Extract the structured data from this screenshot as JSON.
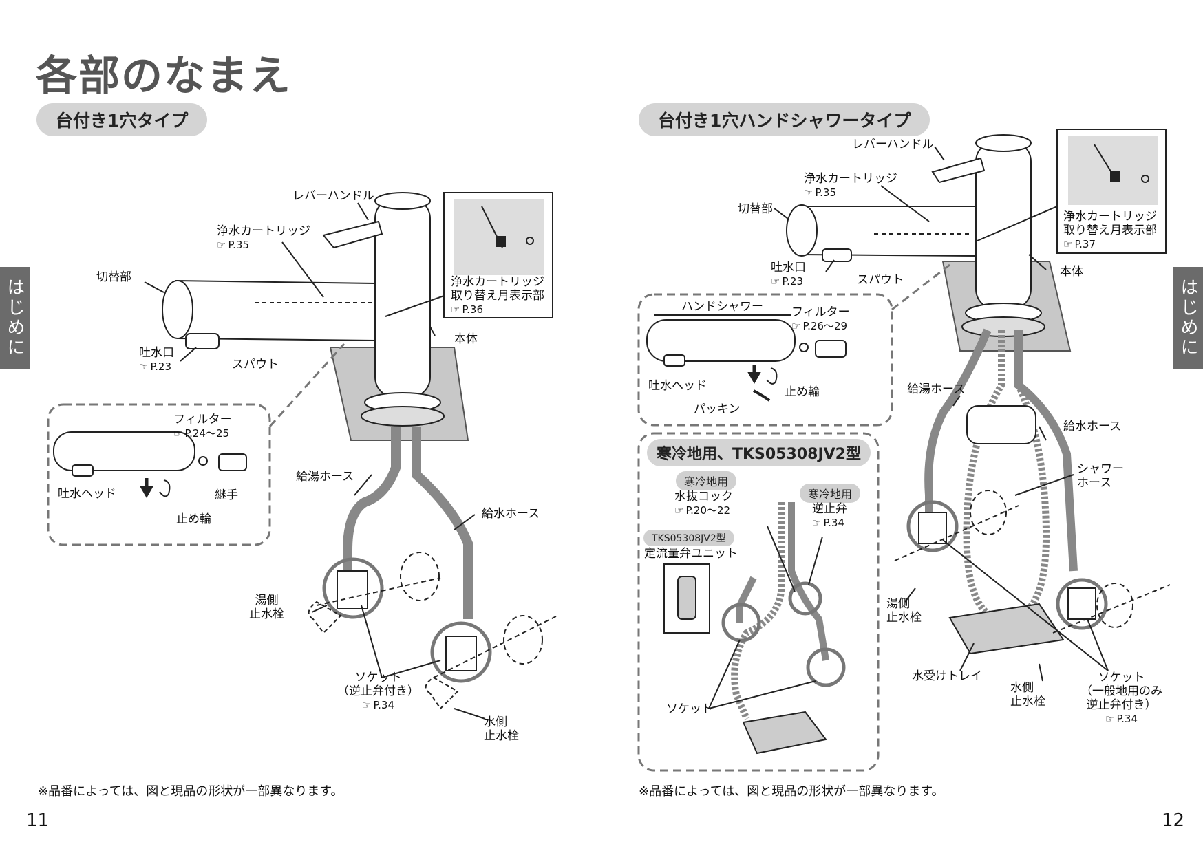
{
  "title": "各部のなまえ",
  "side_tab": "はじめに",
  "left": {
    "section": "台付き1穴タイプ",
    "labels": {
      "lever": "レバーハンドル",
      "cartridge": "浄水カートリッジ",
      "cartridge_ref": "P.35",
      "switch": "切替部",
      "month_display_1": "浄水カートリッジ",
      "month_display_2": "取り替え月表示部",
      "month_display_ref": "P.36",
      "body": "本体",
      "outlet": "吐水口",
      "outlet_ref": "P.23",
      "spout": "スパウト",
      "filter": "フィルター",
      "filter_ref": "P.24～25",
      "head": "吐水ヘッド",
      "joint": "継手",
      "ring": "止め輪",
      "hot_hose": "給湯ホース",
      "cold_hose": "給水ホース",
      "hot_valve_1": "湯側",
      "hot_valve_2": "止水栓",
      "socket_1": "ソケット",
      "socket_2": "（逆止弁付き）",
      "socket_ref": "P.34",
      "cold_valve_1": "水側",
      "cold_valve_2": "止水栓"
    },
    "note": "※品番によっては、図と現品の形状が一部異なります。",
    "page_number": "11"
  },
  "right": {
    "section": "台付き1穴ハンドシャワータイプ",
    "labels": {
      "lever": "レバーハンドル",
      "cartridge": "浄水カートリッジ",
      "cartridge_ref": "P.35",
      "switch": "切替部",
      "month_display_1": "浄水カートリッジ",
      "month_display_2": "取り替え月表示部",
      "month_display_ref": "P.37",
      "body": "本体",
      "outlet": "吐水口",
      "outlet_ref": "P.23",
      "spout": "スパウト",
      "hand_shower": "ハンドシャワー",
      "filter": "フィルター",
      "filter_ref": "P.26～29",
      "head": "吐水ヘッド",
      "packing": "パッキン",
      "ring": "止め輪",
      "hot_hose": "給湯ホース",
      "cold_hose": "給水ホース",
      "shower_hose_1": "シャワー",
      "shower_hose_2": "ホース",
      "hot_valve_1": "湯側",
      "hot_valve_2": "止水栓",
      "tray": "水受けトレイ",
      "cold_valve_1": "水側",
      "cold_valve_2": "止水栓",
      "socket_1": "ソケット",
      "socket_2": "（一般地用のみ",
      "socket_3": "逆止弁付き）",
      "socket_ref": "P.34"
    },
    "cold_box": {
      "title": "寒冷地用、TKS05308JV2型",
      "tag_cold_1": "寒冷地用",
      "drain": "水抜コック",
      "drain_ref": "P.20～22",
      "tag_cold_2": "寒冷地用",
      "check_valve": "逆止弁",
      "check_ref": "P.34",
      "tag_model": "TKS05308JV2型",
      "flow_unit": "定流量弁ユニット",
      "socket": "ソケット"
    },
    "note": "※品番によっては、図と現品の形状が一部異なります。",
    "page_number": "12"
  }
}
